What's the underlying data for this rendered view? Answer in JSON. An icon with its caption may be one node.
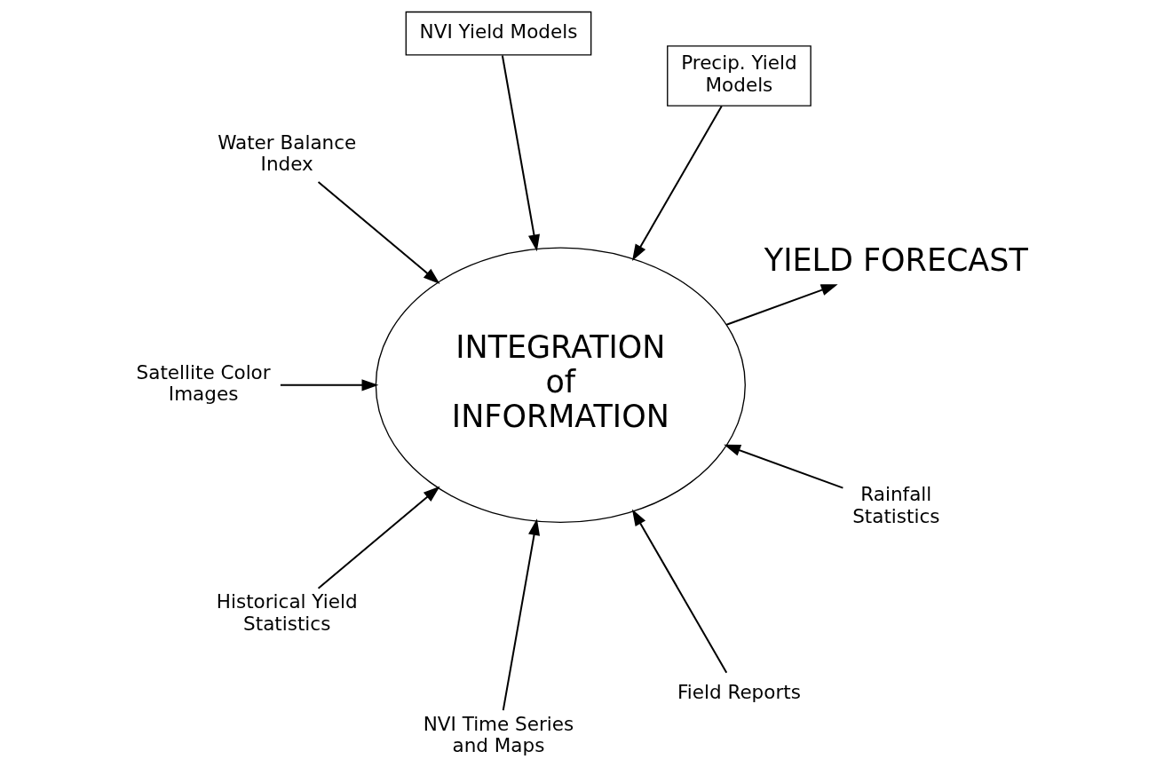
{
  "diagram": {
    "nodes": [
      {
        "text": [
          "Precip. Yield Models"
        ]
      },
      {
        "text": [
          "NVI Yield Models"
        ]
      },
      {
        "text": [
          "Water Balance Index"
        ]
      },
      {
        "text": [
          "Satellite Color Images"
        ]
      },
      {
        "text": [
          "Historical Yield Statistics"
        ]
      },
      {
        "text": [
          "NVI Time Series and Maps"
        ]
      },
      {
        "text": [
          "Field Reports"
        ]
      },
      {
        "text": [
          "Rainfall Statistics"
        ]
      },
      {
        "text": [
          "INTEGRATION of INFORMATION"
        ]
      },
      {
        "text": [
          "YIELD FORECAST"
        ]
      }
    ],
    "edges": [
      {
        "from": 0,
        "to": 8,
        "arrow": "to"
      },
      {
        "from": 1,
        "to": 8,
        "arrow": "to"
      },
      {
        "from": 2,
        "to": 8,
        "arrow": "to"
      },
      {
        "from": 3,
        "to": 8,
        "arrow": "to"
      },
      {
        "from": 4,
        "to": 8,
        "arrow": "to"
      },
      {
        "from": 5,
        "to": 8,
        "arrow": "to"
      },
      {
        "from": 6,
        "to": 8,
        "arrow": "to"
      },
      {
        "from": 7,
        "to": 8,
        "arrow": "to"
      },
      {
        "from": 8,
        "to": 9,
        "arrow": "to"
      }
    ]
  }
}
